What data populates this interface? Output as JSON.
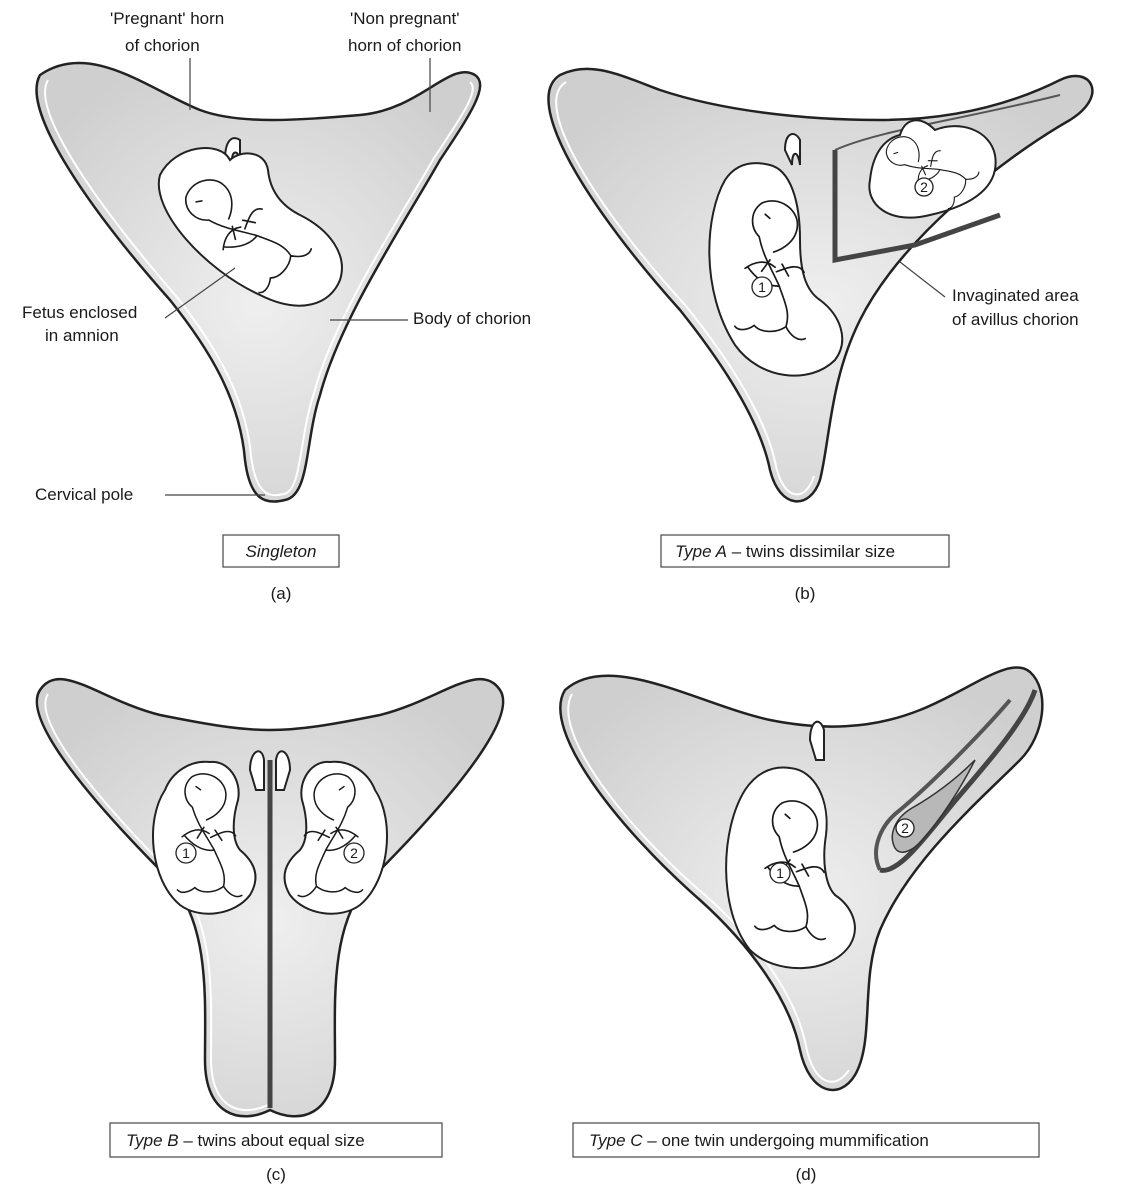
{
  "panel_a": {
    "label_pregnant_horn_1": "'Pregnant' horn",
    "label_pregnant_horn_2": "of chorion",
    "label_nonpregnant_horn_1": "'Non pregnant'",
    "label_nonpregnant_horn_2": "horn of chorion",
    "label_fetus_1": "Fetus enclosed",
    "label_fetus_2": "in amnion",
    "label_body": "Body of chorion",
    "label_cervical": "Cervical pole",
    "caption": "Singleton",
    "letter": "(a)"
  },
  "panel_b": {
    "label_invaginated_1": "Invaginated area",
    "label_invaginated_2": "of avillus chorion",
    "caption_type": "Type A",
    "caption_rest": " – twins dissimilar size",
    "twin_1": "1",
    "twin_2": "2",
    "letter": "(b)"
  },
  "panel_c": {
    "caption_type": "Type B",
    "caption_rest": " – twins about equal size",
    "twin_1": "1",
    "twin_2": "2",
    "letter": "(c)"
  },
  "panel_d": {
    "caption_type": "Type C",
    "caption_rest": " – one twin undergoing mummification",
    "twin_1": "1",
    "twin_2": "2",
    "letter": "(d)"
  },
  "colors": {
    "chorion_fill": "#d4d4d4",
    "chorion_light": "#ececec",
    "outline": "#222222",
    "septum": "#4a4a4a"
  }
}
